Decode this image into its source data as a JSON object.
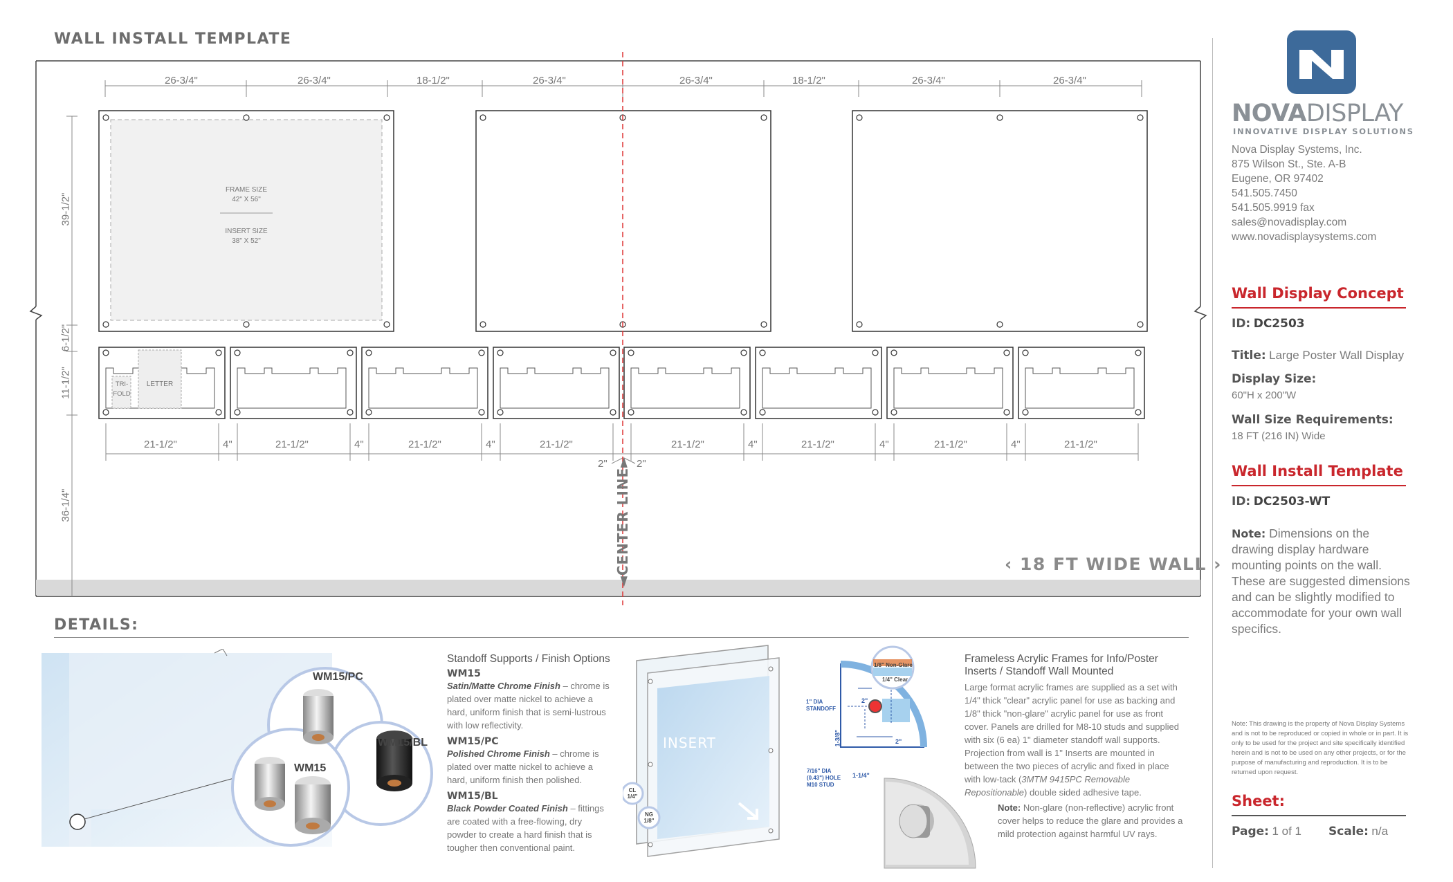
{
  "install_title": "WALL INSTALL TEMPLATE",
  "details_title": "DETAILS:",
  "top_dims": [
    "26-3/4\"",
    "26-3/4\"",
    "18-1/2\"",
    "26-3/4\"",
    "26-3/4\"",
    "18-1/2\"",
    "26-3/4\"",
    "26-3/4\""
  ],
  "bottom_dims": [
    "21-1/2\"",
    "4\"",
    "21-1/2\"",
    "4\"",
    "21-1/2\"",
    "4\"",
    "21-1/2\"",
    "21-1/2\"",
    "4\"",
    "21-1/2\"",
    "4\"",
    "21-1/2\"",
    "4\"",
    "21-1/2\""
  ],
  "center_gaps": [
    "2\"",
    "2\""
  ],
  "vertical_dims": [
    "39-1/2\"",
    "6-1/2\"",
    "11-1/2\"",
    "36-1/4\""
  ],
  "frame": {
    "frame_label": "FRAME SIZE",
    "frame_size": "42\" X 56\"",
    "insert_label": "INSERT SIZE",
    "insert_size": "38\" X 52\""
  },
  "brochure": {
    "trifold_1": "TRI-",
    "trifold_2": "FOLD",
    "letter": "LETTER"
  },
  "center_line": "CENTER LINE",
  "wall_width": "18 FT WIDE WALL",
  "brand": {
    "name_bold": "NOVA",
    "name_light": "DISPLAY",
    "tagline": "INNOVATIVE DISPLAY SOLUTIONS",
    "accent": "#3d6a9a"
  },
  "contact": [
    "Nova Display Systems, Inc.",
    "875 Wilson St., Ste. A-B",
    "Eugene, OR 97402",
    "541.505.7450",
    "541.505.9919 fax",
    "sales@novadisplay.com",
    "www.novadisplaysystems.com"
  ],
  "concept": {
    "heading": "Wall Display Concept",
    "id_label": "ID:",
    "id_value": "DC2503",
    "title_label": "Title:",
    "title_value": "Large Poster Wall Display",
    "size_label": "Display Size:",
    "size_value": "60\"H x 200\"W",
    "wall_label": "Wall Size Requirements:",
    "wall_value": "18 FT (216 IN) Wide"
  },
  "template": {
    "heading": "Wall Install Template",
    "id_label": "ID:",
    "id_value": "DC2503-WT",
    "note_label": "Note:",
    "note_text": "Dimensions on the drawing display hardware mounting points on the wall. These are suggested dimensions and can be slightly modified to accommodate for your own wall specifics."
  },
  "legal": "Note: This drawing is the property of Nova Display Systems and is not to be reproduced or copied in whole or in part. It is only to be used for the project and site specifically identified herein and is not to be used on any other projects, or for the purpose of manufacturing and reproduction. It is to be returned upon request.",
  "sheet": {
    "heading": "Sheet:",
    "page_label": "Page:",
    "page_value": "1 of 1",
    "scale_label": "Scale:",
    "scale_value": "n/a"
  },
  "standoff": {
    "heading": "Standoff Supports / Finish Options",
    "wm15_code": "WM15",
    "wm15_name": "Satin/Matte Chrome Finish",
    "wm15_text": " – chrome is plated over matte nickel to achieve a hard, uniform finish that is semi-lustrous with low reflectivity.",
    "wm15pc_code": "WM15/PC",
    "wm15pc_name": "Polished Chrome Finish",
    "wm15pc_text": " – chrome is plated over matte nickel to achieve a hard, uniform finish then polished.",
    "wm15bl_code": "WM15/BL",
    "wm15bl_name": "Black Powder Coated Finish",
    "wm15bl_text": " – fittings are coated with a free-flowing, dry powder to create a hard finish that is tougher then conventional paint.",
    "label_pc": "WM15/PC",
    "label_bl": "WM15/BL",
    "label_wm15": "WM15"
  },
  "acrylic": {
    "insert_label": "INSERT",
    "cl_label": "CL",
    "cl_size": "1/4\"",
    "ng_label": "NG",
    "ng_size": "1/8\"",
    "callout_glare": "1/8\" Non-Glare",
    "callout_clear": "1/4\" Clear",
    "dia_1": "1\" DIA",
    "dia_2": "STANDOFF",
    "dim_2": "2\"",
    "dim_2b": "2\"",
    "dim_138": "1-3/8\"",
    "dim_114": "1-1/4\"",
    "hole_1": "7/16\" DIA",
    "hole_2": "(0.43\") HOLE",
    "hole_3": "M10 STUD"
  },
  "frameless": {
    "heading": "Frameless Acrylic Frames for Info/Poster Inserts / Standoff Wall Mounted",
    "body_1": "Large format acrylic frames are supplied as a set with 1/4\" thick \"clear\" acrylic panel for use as backing and 1/8\" thick \"non-glare\" acrylic panel for use as front cover. Panels are drilled for M8-10 studs and supplied with six (6 ea) 1\" diameter standoff wall supports. Projection from wall is 1\" Inserts are mounted in between the two pieces of acrylic and fixed in place with low-tack (",
    "body_italic": "3MTM 9415PC Removable Repositionable",
    "body_2": ") double sided adhesive tape.",
    "note_label": "Note:",
    "note_text": " Non-glare (non-reflective) acrylic front cover helps to reduce the glare and provides a mild protection against harmful UV rays."
  }
}
